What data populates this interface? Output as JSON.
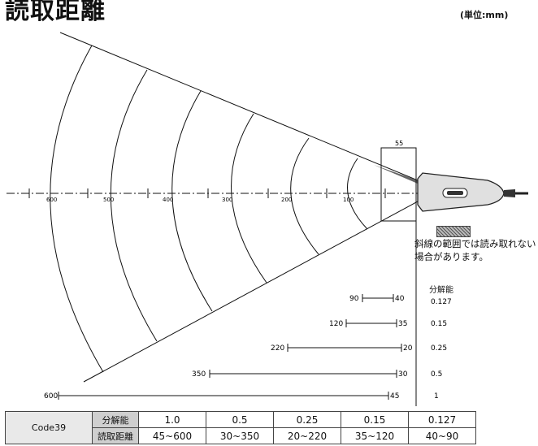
{
  "title": "読取距離",
  "unit_note": "(単位:mm)",
  "distance_marks": [
    "600",
    "500",
    "400",
    "300",
    "200",
    "100"
  ],
  "dimension_label": "55",
  "legend": {
    "text": "斜線の範囲では読み取れない場合があります。"
  },
  "resolution_header": "分解能",
  "ranges": [
    {
      "max": "90",
      "min": "40",
      "resolution": "0.127"
    },
    {
      "max": "120",
      "min": "35",
      "resolution": "0.15"
    },
    {
      "max": "220",
      "min": "20",
      "resolution": "0.25"
    },
    {
      "max": "350",
      "min": "30",
      "resolution": "0.5"
    },
    {
      "max": "600",
      "min": "45",
      "resolution": "1"
    }
  ],
  "table": {
    "code": "Code39",
    "row_labels": [
      "分解能",
      "読取距離"
    ],
    "resolutions": [
      "1.0",
      "0.5",
      "0.25",
      "0.15",
      "0.127"
    ],
    "distances": [
      "45~600",
      "30~350",
      "20~220",
      "35~120",
      "40~90"
    ]
  }
}
